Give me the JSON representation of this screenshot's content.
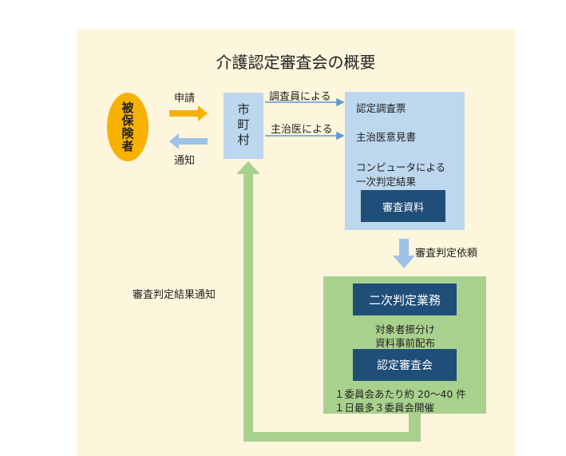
{
  "title": "介護認定審査会の概要",
  "insured": "被保険者",
  "municipality": "市町村",
  "arrows": {
    "application": "申請",
    "notice": "通知",
    "by_investigator": "調査員による",
    "by_doctor": "主治医による",
    "request": "審査判定依頼",
    "result_notice": "審査判定結果通知"
  },
  "documents": {
    "items": [
      "認定調査票",
      "主治医意見書",
      "コンピュータによる",
      "一次判定結果"
    ],
    "box_label": "審査資料"
  },
  "secondary": {
    "header": "二次判定業務",
    "tasks": [
      "対象者振分け",
      "資料事前配布"
    ],
    "committee": "認定審査会",
    "notes": [
      "１委員会あたり約 20〜40 件",
      "１日最多３委員会開催"
    ]
  },
  "colors": {
    "background": "#fdf5dc",
    "insured": "#f7b100",
    "light_blue": "#bdd7ee",
    "navy": "#1f4e79",
    "green": "#a9d18e",
    "orange_arrow": "#f7b100",
    "blue_arrow": "#9dc3e6"
  }
}
